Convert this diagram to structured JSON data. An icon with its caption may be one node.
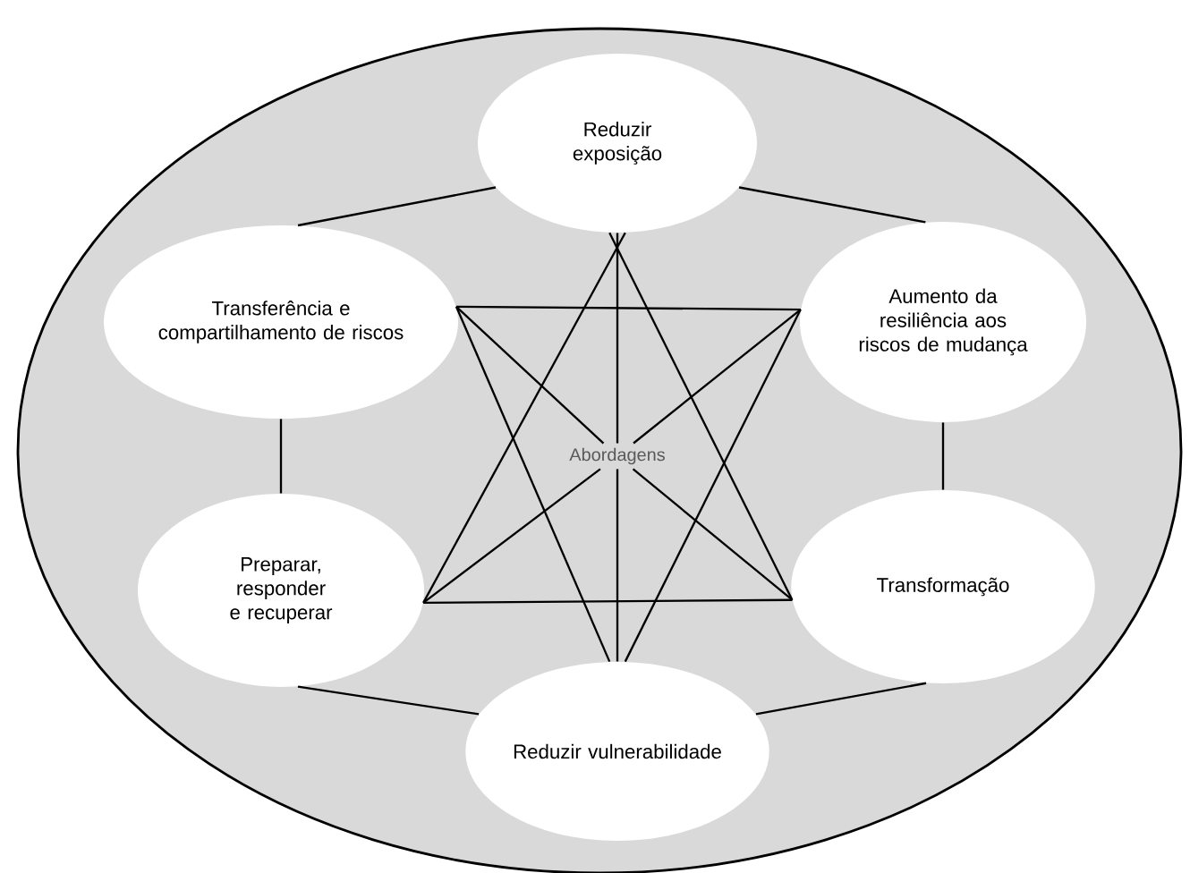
{
  "diagram": {
    "nodes": [
      {
        "text": [],
        "shape": "circle"
      },
      {
        "text": [
          "Reduzir exposição"
        ],
        "in": 0
      },
      {
        "text": [
          "Transferência e compartilhamento de riscos"
        ],
        "in": 0
      },
      {
        "text": [
          "Aumento da resiliência aos riscos de mudança"
        ],
        "in": 0
      },
      {
        "text": [
          "Preparar, responder e recuperar"
        ],
        "in": 0
      },
      {
        "text": [
          "Transformação"
        ],
        "in": 0
      },
      {
        "text": [
          "Reduzir vulnerabilidade"
        ],
        "in": 0
      },
      {
        "text": [
          "Abordagens"
        ],
        "in": 0
      }
    ],
    "edges": [
      {
        "from": 1,
        "to": 2,
        "arrow": "none"
      },
      {
        "from": 1,
        "to": 3,
        "arrow": "none"
      },
      {
        "from": 2,
        "to": 4,
        "arrow": "none"
      },
      {
        "from": 3,
        "to": 5,
        "arrow": "none"
      },
      {
        "from": 4,
        "to": 6,
        "arrow": "none"
      },
      {
        "from": 5,
        "to": 6,
        "arrow": "none"
      },
      {
        "from": 2,
        "to": 3,
        "arrow": "none"
      },
      {
        "from": 2,
        "to": 6,
        "arrow": "none"
      },
      {
        "from": 3,
        "to": 6,
        "arrow": "none"
      },
      {
        "from": 1,
        "to": 4,
        "arrow": "none"
      },
      {
        "from": 1,
        "to": 5,
        "arrow": "none"
      },
      {
        "from": 4,
        "to": 5,
        "arrow": "none"
      },
      {
        "from": 1,
        "to": 7,
        "arrow": "none"
      },
      {
        "from": 2,
        "to": 7,
        "arrow": "none"
      },
      {
        "from": 3,
        "to": 7,
        "arrow": "none"
      },
      {
        "from": 4,
        "to": 7,
        "arrow": "none"
      },
      {
        "from": 5,
        "to": 7,
        "arrow": "none"
      },
      {
        "from": 6,
        "to": 7,
        "arrow": "none"
      }
    ]
  }
}
